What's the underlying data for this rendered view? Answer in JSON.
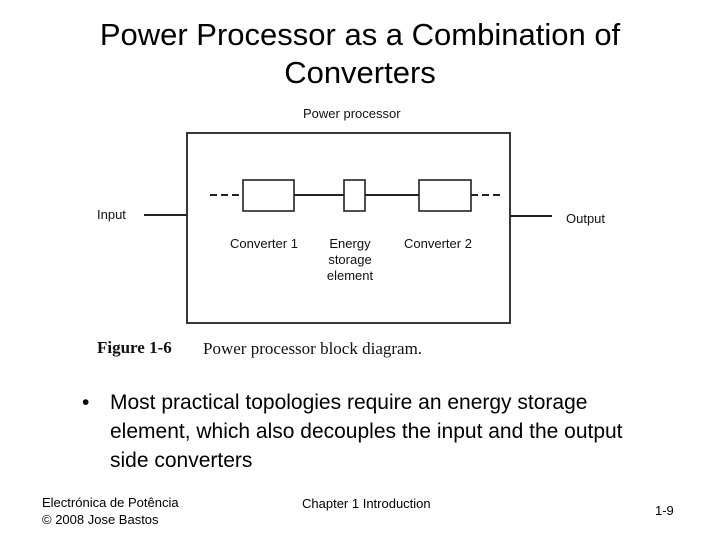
{
  "slide": {
    "title_line1": "Power Processor as a Combination of",
    "title_line2": "Converters"
  },
  "diagram": {
    "box_title": "Power processor",
    "input_label": "Input",
    "output_label": "Output",
    "converter1_label": "Converter 1",
    "energy_line1": "Energy",
    "energy_line2": "storage",
    "energy_line3": "element",
    "converter2_label": "Converter 2",
    "figure_number": "Figure 1-6",
    "figure_caption": "Power processor block diagram."
  },
  "bullet": {
    "marker": "•",
    "text": "Most practical topologies require an energy storage element, which also decouples the input and the output side converters"
  },
  "footer": {
    "left_line1": "Electrónica de Potência",
    "left_line2": "© 2008 Jose Bastos",
    "center": "Chapter 1 Introduction",
    "page": "1-9"
  }
}
